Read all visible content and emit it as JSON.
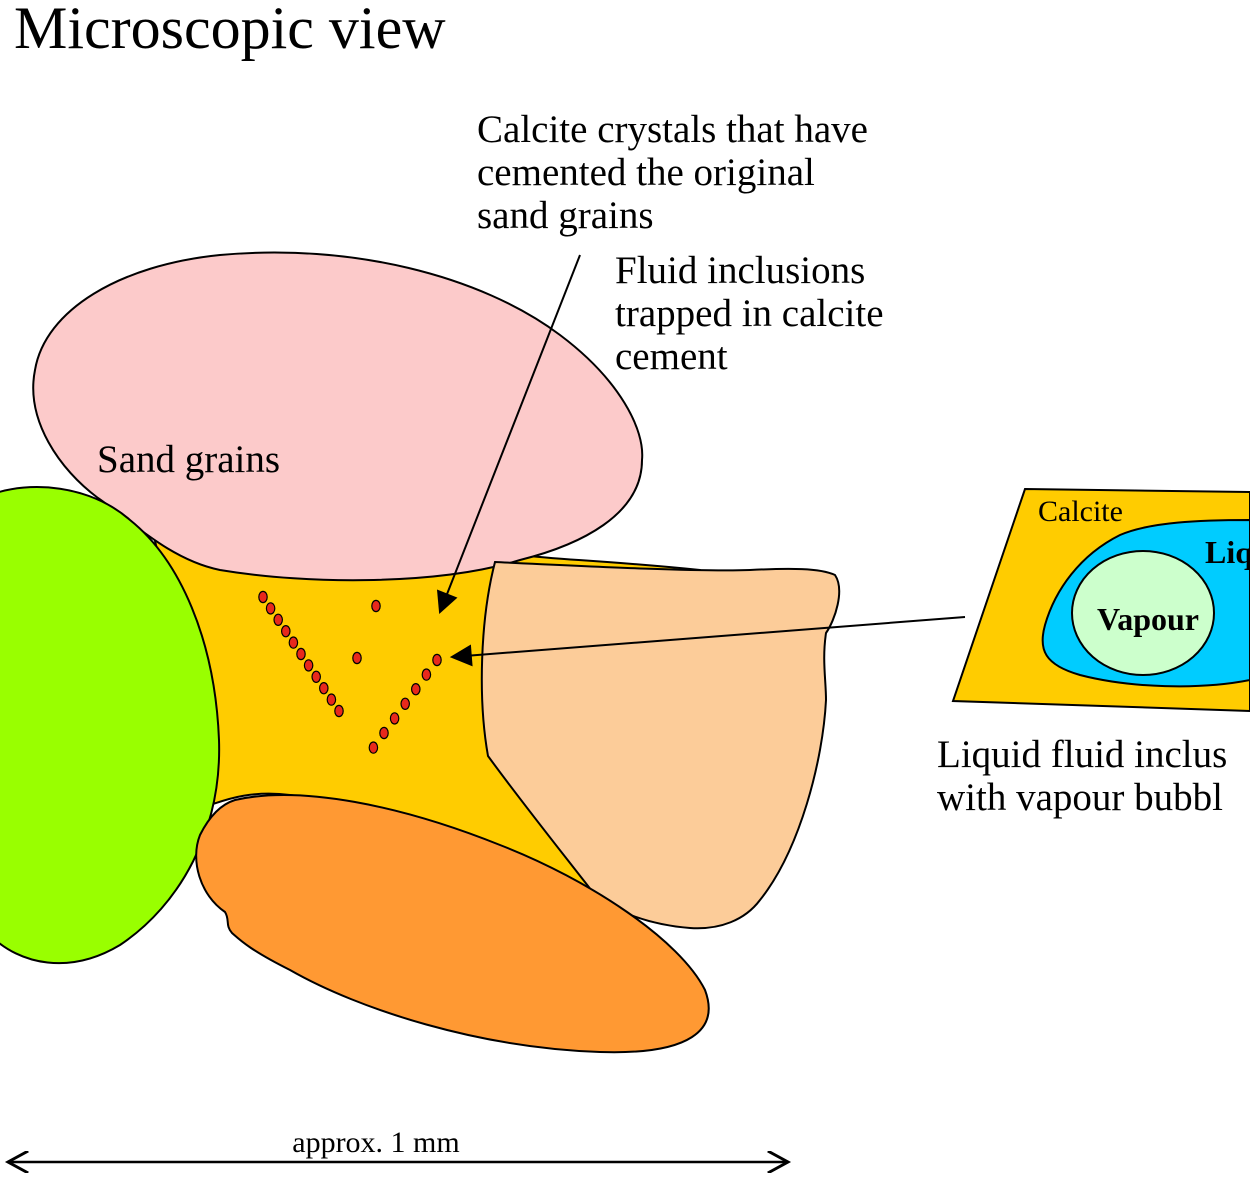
{
  "title": "Microscopic view",
  "labels": {
    "calcite_crystals": [
      "Calcite crystals that have",
      "cemented the original",
      "sand grains"
    ],
    "fluid_inclusions": [
      "Fluid inclusions",
      "trapped in calcite",
      "cement"
    ],
    "sand_grains": "Sand grains",
    "liquid_fluid_inclusion": [
      "Liquid fluid inclus",
      "with vapour bubbl"
    ]
  },
  "inset": {
    "calcite": "Calcite",
    "liquid": "Liq",
    "vapour": "Vapour"
  },
  "scale_bar": {
    "label": "approx. 1 mm"
  },
  "colors": {
    "calcite_cement": "#FFCC00",
    "pink_grain": "#FCCACA",
    "green_grain": "#99FF00",
    "peach_grain": "#FCCC99",
    "orange_grain": "#FF9933",
    "inclusion_dot": "#E8291C",
    "liquid": "#00CCFF",
    "vapour": "#CCFFCC"
  }
}
